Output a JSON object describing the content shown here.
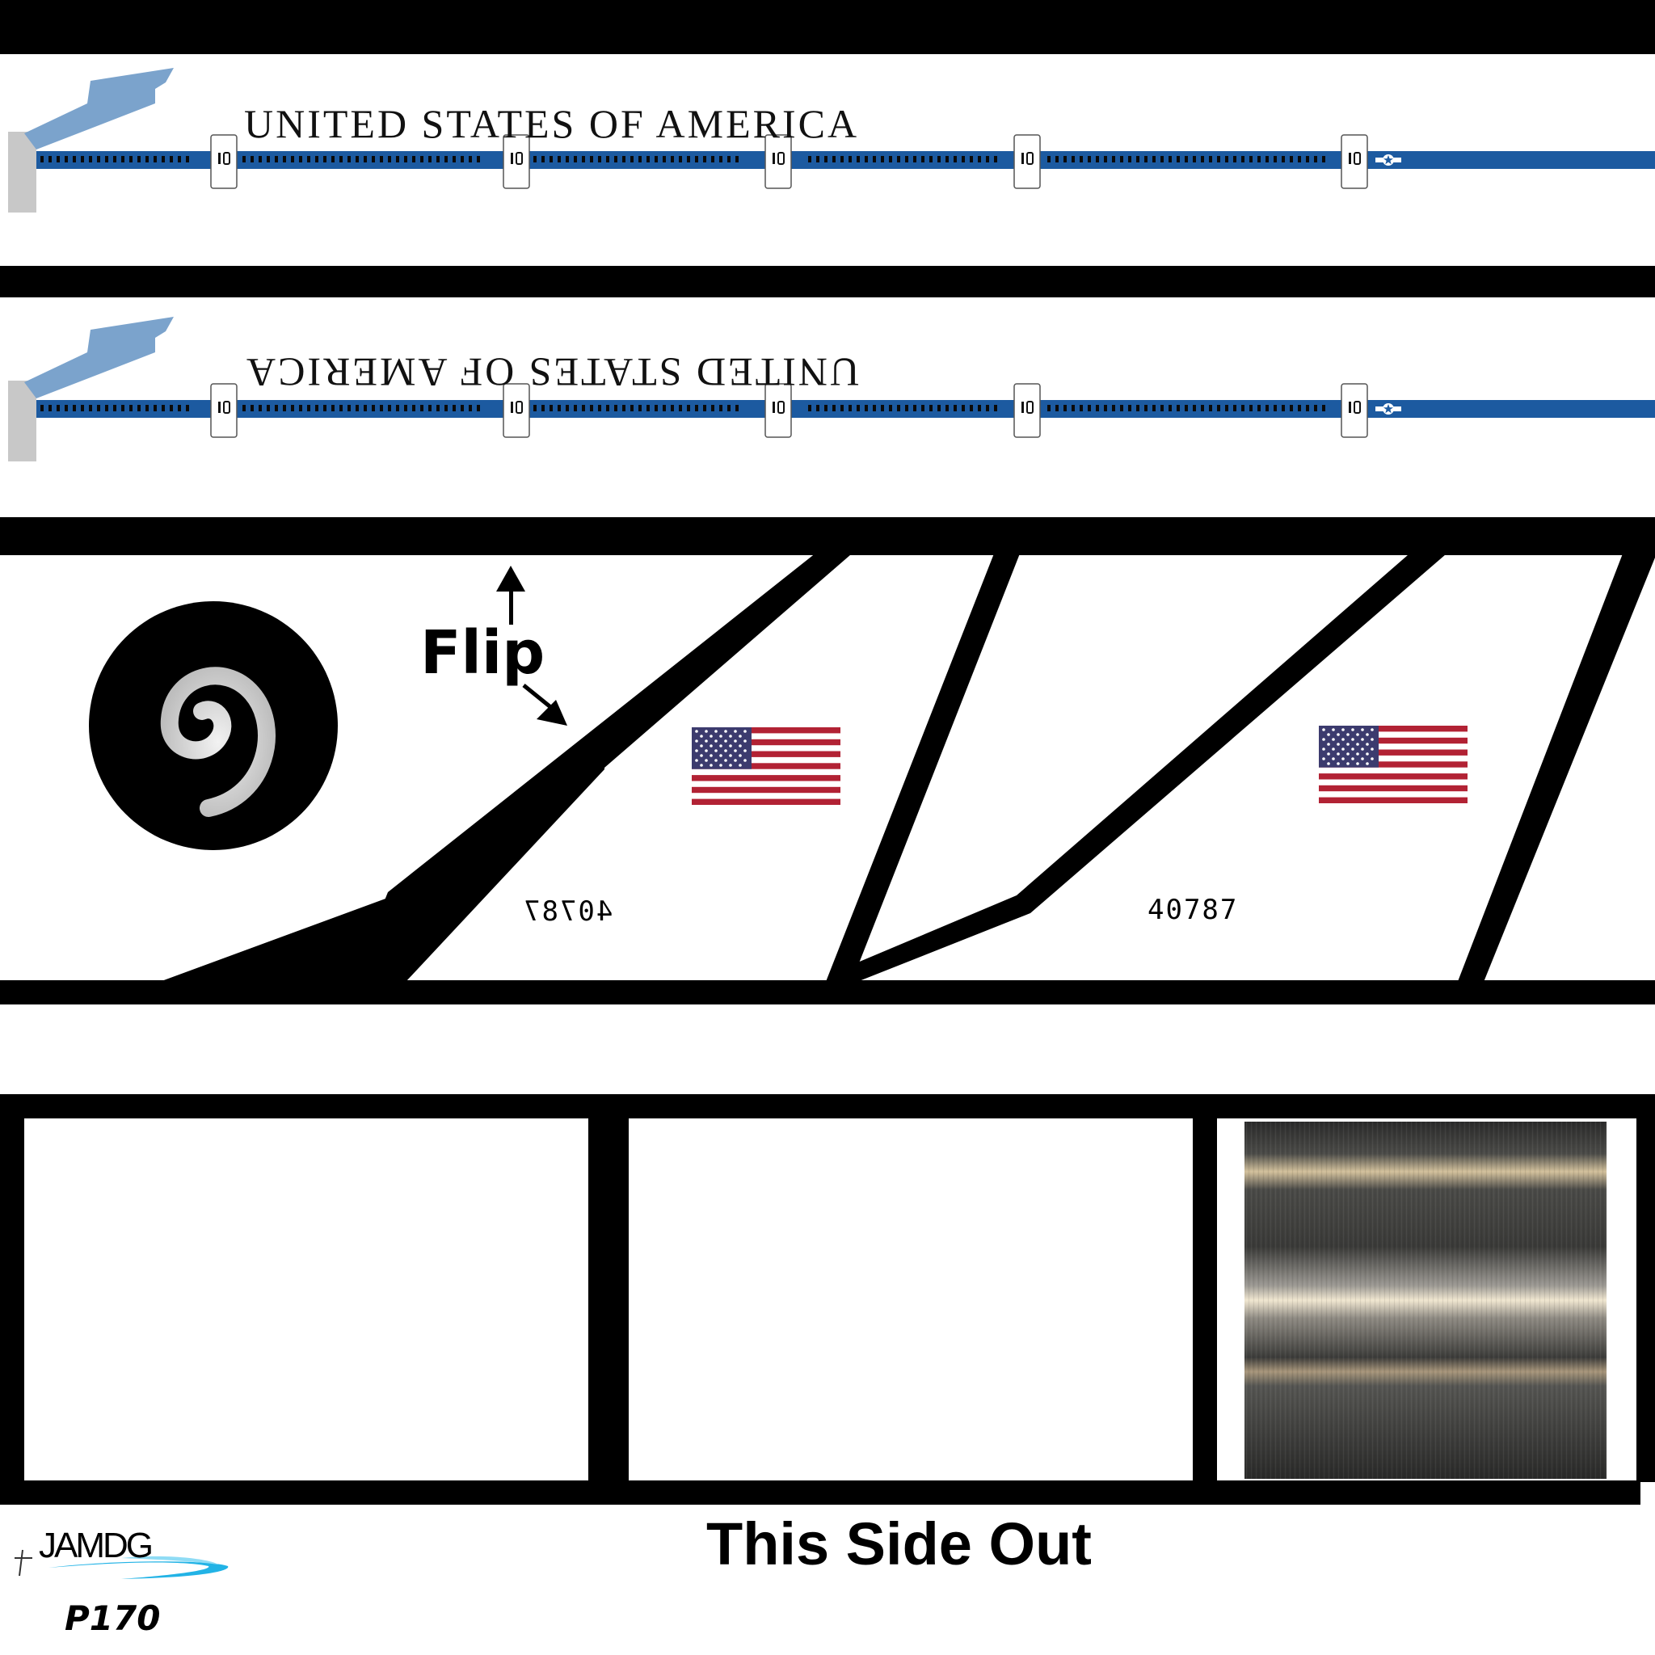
{
  "sheet": {
    "title_normal": "UNITED STATES OF AMERICA",
    "title_mirrored": "UNITED STATES OF AMERICA",
    "flip_label": "Flip",
    "serial_mirrored": "40787",
    "serial_normal": "40787",
    "side_label": "This Side Out",
    "logo_text": "JAMDG",
    "code": "P170"
  },
  "colors": {
    "stripe_blue": "#1c5aa0",
    "tail_blue": "#7ba3cc",
    "flag_red": "#b22234",
    "flag_blue": "#3c3b6e",
    "logo_cyan": "#22b3e6"
  },
  "icons": [
    "fuselage-stripe",
    "window-marker-icon",
    "star-roundel-icon",
    "spiral-icon",
    "usa-flag-icon",
    "arrow-icon",
    "brushed-metal-texture"
  ]
}
